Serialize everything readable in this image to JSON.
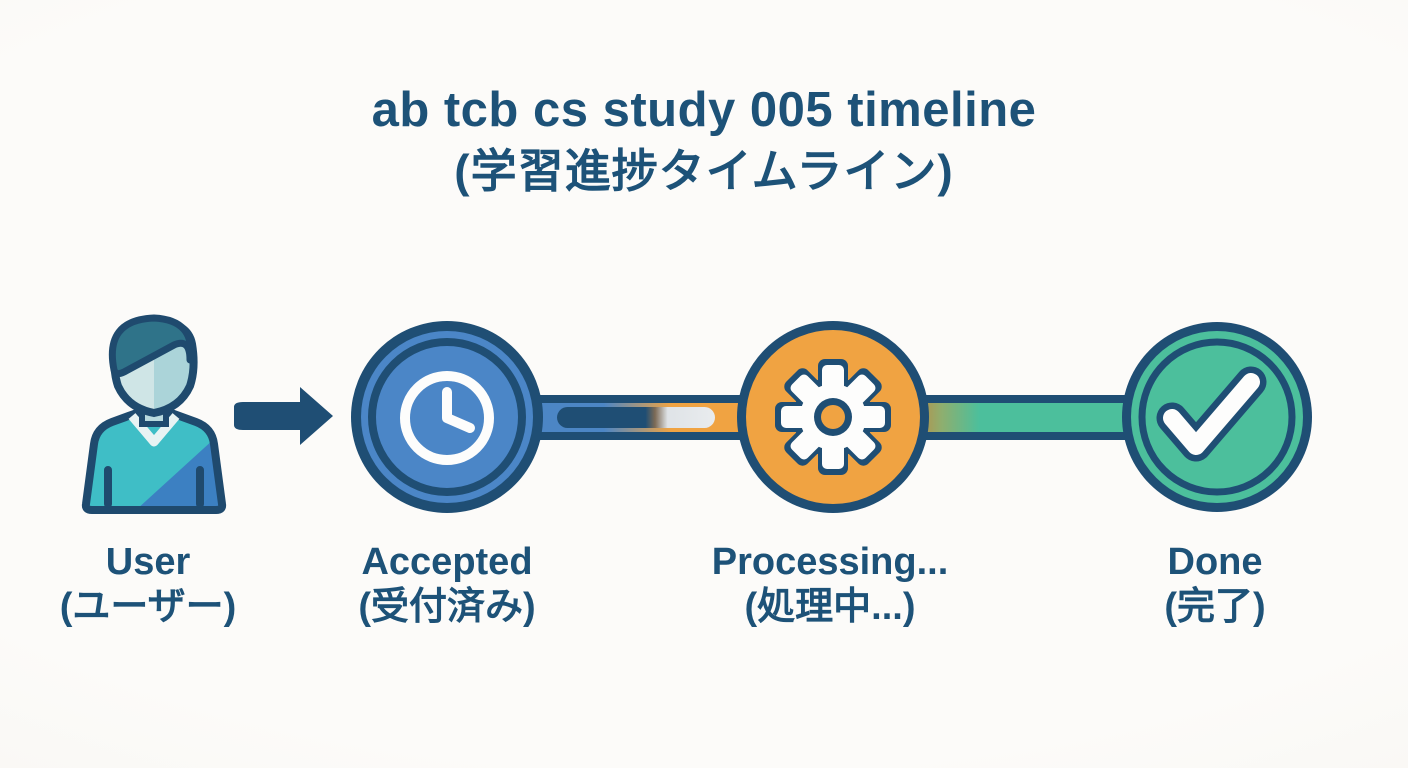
{
  "title": {
    "line1": "ab tcb cs study 005 timeline",
    "line2": "(学習進捗タイムライン)"
  },
  "actor": {
    "label": "User",
    "label_ja": "(ユーザー)"
  },
  "steps": [
    {
      "id": "accepted",
      "label": "Accepted",
      "label_ja": "(受付済み)",
      "icon": "clock-icon",
      "status_color": "#4b86c7"
    },
    {
      "id": "processing",
      "label": "Processing...",
      "label_ja": "(処理中...)",
      "icon": "gear-icon",
      "status_color": "#f0a342"
    },
    {
      "id": "done",
      "label": "Done",
      "label_ja": "(完了)",
      "icon": "check-icon",
      "status_color": "#4cbf9c"
    }
  ],
  "colors": {
    "background": "#fbfaf7",
    "outline_navy": "#1f4e74",
    "text_navy": "#1d5278",
    "accent_blue": "#4b86c7",
    "accent_orange": "#f0a342",
    "accent_green": "#4cbf9c",
    "connector_silver": "#e3e7ea",
    "shirt_teal": "#3fbec6",
    "shirt_blue": "#3c80c2",
    "face_light": "#cfe5e6",
    "hair_teal": "#2f7389"
  }
}
